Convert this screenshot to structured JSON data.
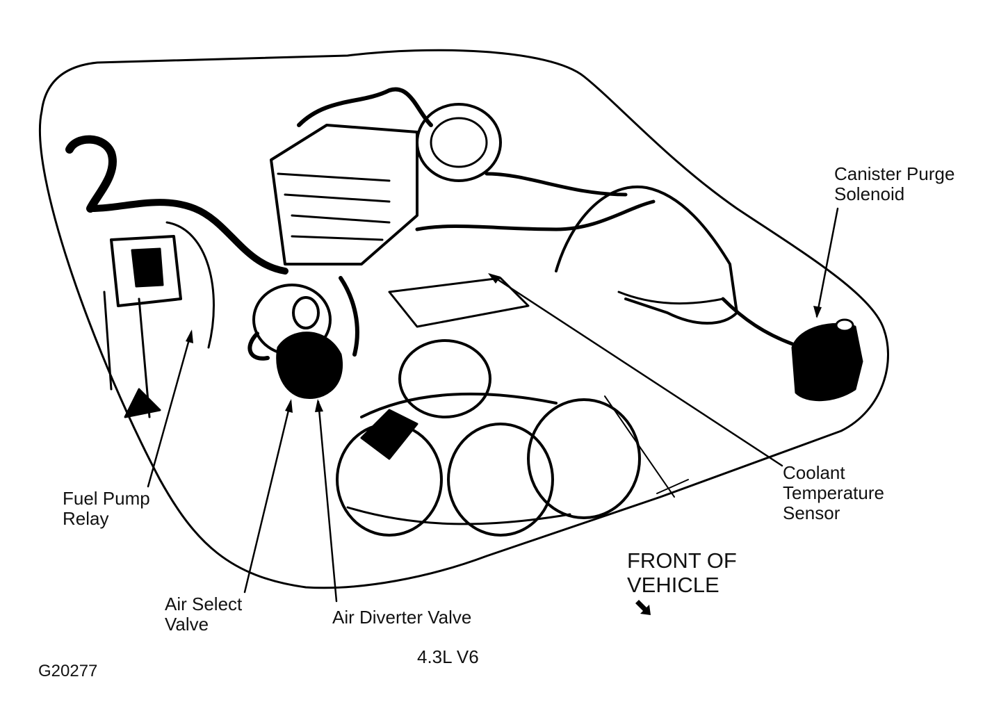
{
  "labels": {
    "canister_purge": [
      "Canister Purge",
      "Solenoid"
    ],
    "coolant_temp": [
      "Coolant",
      "Temperature",
      "Sensor"
    ],
    "fuel_pump": [
      "Fuel Pump",
      "Relay"
    ],
    "air_select": [
      "Air Select",
      "Valve"
    ],
    "air_diverter": "Air Diverter Valve",
    "front": [
      "FRONT OF",
      "VEHICLE"
    ],
    "engine": "4.3L V6",
    "figure_id": "G20277"
  },
  "icons": {
    "front_arrow": "arrow-down-right-icon"
  }
}
